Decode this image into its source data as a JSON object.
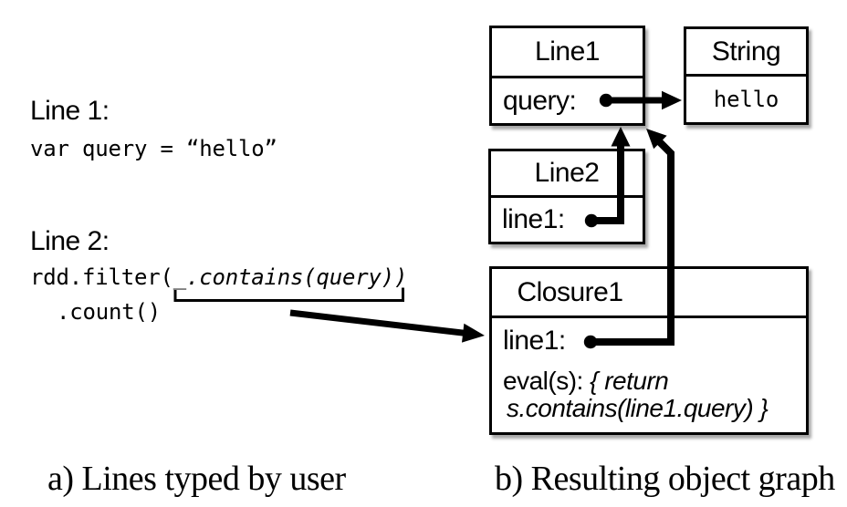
{
  "left_panel": {
    "line1_label": "Line 1:",
    "line1_code": "var query = “hello”",
    "line2_label": "Line 2:",
    "line2_code_plain": "rdd.filter(_",
    "line2_code_italic": ".contains(query))",
    "line2_code_cont": ".count()"
  },
  "graph": {
    "line1_box": {
      "title": "Line1",
      "field": "query:"
    },
    "string_box": {
      "title": "String",
      "value": "hello"
    },
    "line2_box": {
      "title": "Line2",
      "field": "line1:"
    },
    "closure_box": {
      "title": "Closure1",
      "field": "line1:",
      "eval_label": "eval(s): ",
      "eval_italic_1": "{ return",
      "eval_italic_2": "s.contains(line1.query) }"
    }
  },
  "captions": {
    "a": "a) Lines typed by user",
    "b": "b) Resulting object graph"
  },
  "colors": {
    "ink": "#000000",
    "background": "#ffffff"
  }
}
